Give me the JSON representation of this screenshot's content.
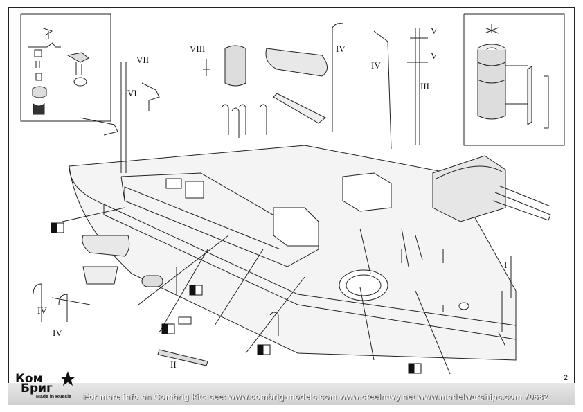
{
  "labels": {
    "vii": "VII",
    "vi": "VI",
    "viii": "VIII",
    "iv_top": "IV",
    "iv_mid": "IV",
    "v_top": "V",
    "v_mid": "V",
    "iii": "III",
    "iv_left_a": "IV",
    "iv_left_b": "IV",
    "ii": "II",
    "i": "I"
  },
  "page_number": "2",
  "footer_text": "For more info on Combrig kits see: www.combrig-models.com www.steelnavy.net  www.modelwarships.com  70682",
  "logo": {
    "line1": "Ком",
    "line2": "Бриг",
    "sub": "Made in Russia"
  }
}
